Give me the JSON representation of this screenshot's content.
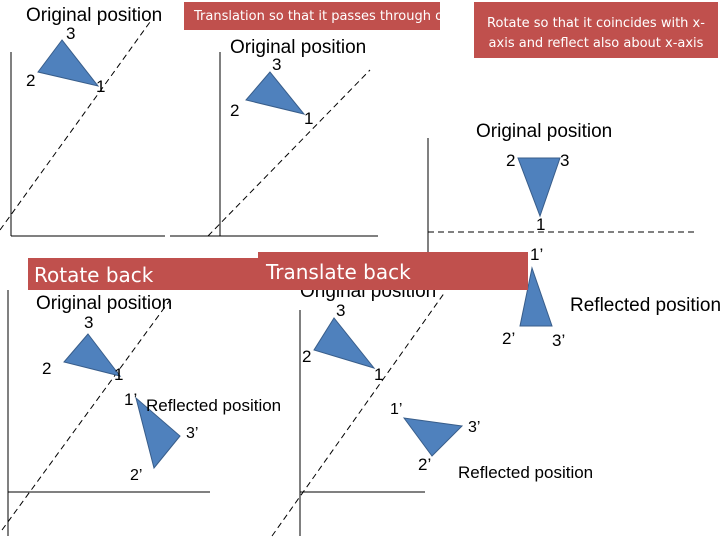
{
  "panels": {
    "p1": {
      "title": "Original position",
      "v3": "3",
      "v2": "2",
      "v1": "1"
    },
    "p2": {
      "title": "Original position",
      "v3": "3",
      "v2": "2",
      "v1": "1"
    },
    "p3": {
      "title": "Original position",
      "v2": "2",
      "v3": "3",
      "v1": "1",
      "v1p": "1’",
      "reflected": "Reflected position",
      "v2p": "2’",
      "v3p": "3’"
    },
    "p4": {
      "title": "Original position",
      "v3": "3",
      "v2": "2",
      "v1": "1",
      "v1p": "1’",
      "reflected": "Reflected position",
      "v3p": "3’",
      "v2p": "2’"
    },
    "p5": {
      "title": "Original position",
      "v3": "3",
      "v2": "2",
      "v1": "1",
      "v1p": "1’",
      "v3p": "3’",
      "v2p": "2’",
      "reflected": "Reflected position"
    }
  },
  "steps": {
    "translate": "Translation so that it passes through origin",
    "rotate_reflect": "Rotate so that it coincides with x-axis and reflect also about x-axis",
    "rotate_back": "Rotate back",
    "translate_back": "Translate back"
  },
  "colors": {
    "triangle_fill": "#4f81bd",
    "triangle_stroke": "#385d8a",
    "step_box": "#c0504d"
  }
}
